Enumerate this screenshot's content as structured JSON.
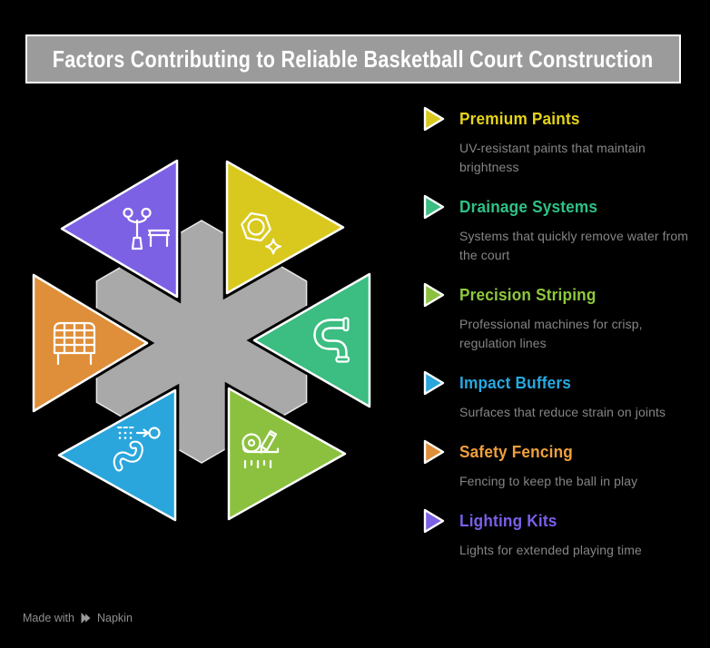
{
  "title": "Factors Contributing to Reliable Basketball Court Construction",
  "legend": {
    "items": [
      {
        "id": "premium-paints",
        "label": "Premium Paints",
        "description": "UV-resistant paints that maintain brightness",
        "color": "#d9c91e",
        "title_color": "#e5d319"
      },
      {
        "id": "drainage-systems",
        "label": "Drainage Systems",
        "description": "Systems that quickly remove water from the court",
        "color": "#3cbd81",
        "title_color": "#2fc186"
      },
      {
        "id": "precision-striping",
        "label": "Precision Striping",
        "description": "Professional machines for crisp, regulation lines",
        "color": "#8cc13f",
        "title_color": "#8fc93c"
      },
      {
        "id": "impact-buffers",
        "label": "Impact Buffers",
        "description": "Surfaces that reduce strain on joints",
        "color": "#2aa6dc",
        "title_color": "#27a9e1"
      },
      {
        "id": "safety-fencing",
        "label": "Safety Fencing",
        "description": "Fencing to keep the ball in play",
        "color": "#df8e39",
        "title_color": "#f0a03c"
      },
      {
        "id": "lighting-kits",
        "label": "Lighting Kits",
        "description": "Lights for extended playing time",
        "color": "#7d61e4",
        "title_color": "#7b5fe8"
      }
    ]
  },
  "diagram": {
    "hexagon_color": "#a9a9a9",
    "triangles": [
      {
        "position": "top-left",
        "factor": "lighting-kits",
        "icon": "street-lamp-bench-icon",
        "color": "#7d61e4"
      },
      {
        "position": "top-right",
        "factor": "premium-paints",
        "icon": "nut-sparkle-icon",
        "color": "#d9c91e"
      },
      {
        "position": "right",
        "factor": "drainage-systems",
        "icon": "drain-pipe-icon",
        "color": "#3cbd81"
      },
      {
        "position": "bottom-right",
        "factor": "precision-striping",
        "icon": "measuring-tape-pencil-icon",
        "color": "#8cc13f"
      },
      {
        "position": "bottom-left",
        "factor": "impact-buffers",
        "icon": "strategy-path-icon",
        "color": "#2aa6dc"
      },
      {
        "position": "left",
        "factor": "safety-fencing",
        "icon": "net-fence-icon",
        "color": "#df8e39"
      }
    ]
  },
  "footer": {
    "made_with": "Made with",
    "brand": "Napkin"
  }
}
